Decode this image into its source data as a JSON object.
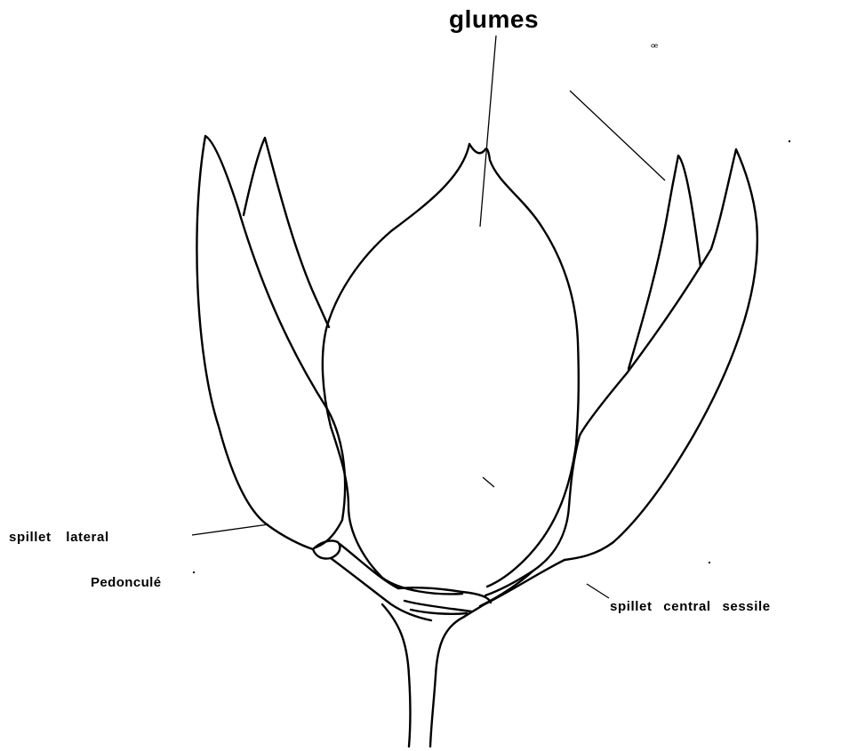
{
  "labels": {
    "glumes": "glumes",
    "spikelet_lateral": "spillet lateral",
    "pedoncule": "Pedonculé",
    "spikelet_central_sessile": "spillet central sessile",
    "stray_mark": "ꟹ"
  },
  "colors": {
    "line": "#000000",
    "background": "#ffffff"
  }
}
